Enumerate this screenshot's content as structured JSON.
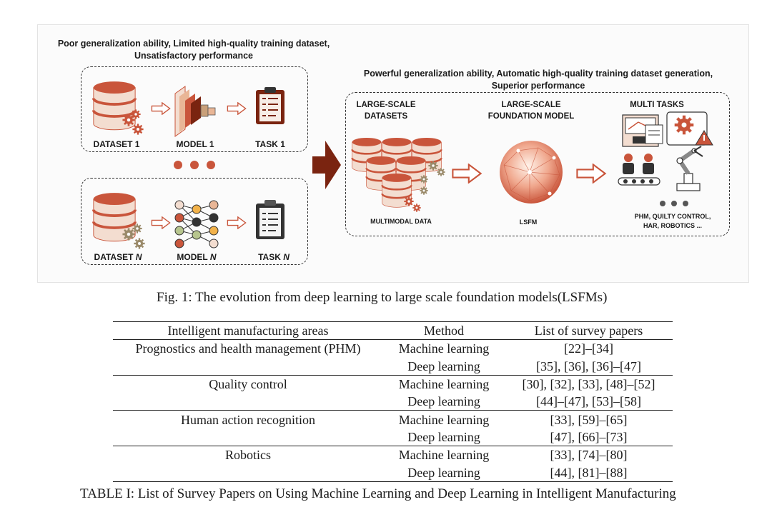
{
  "figure": {
    "left_title_line1": "Poor generalization ability, Limited high-quality training dataset,",
    "left_title_line2": "Unsatisfactory performance",
    "right_title_line1": "Powerful generalization ability, Automatic high-quality training dataset generation,",
    "right_title_line2": "Superior performance",
    "top_row": {
      "dataset": "DATASET 1",
      "model": "MODEL 1",
      "task": "TASK 1"
    },
    "bottom_row": {
      "dataset_prefix": "DATASET",
      "model_prefix": "MODEL",
      "task_prefix": "TASK",
      "n": "N"
    },
    "large_datasets_line1": "LARGE-SCALE",
    "large_datasets_line2": "DATASETS",
    "foundation_line1": "LARGE-SCALE",
    "foundation_line2": "FOUNDATION MODEL",
    "multi_tasks": "MULTI TASKS",
    "multimodal": "MULTIMODAL DATA",
    "lsfm": "LSFM",
    "tasks_line1": "PHM, QUILTY CONTROL,",
    "tasks_line2": "HAR, ROBOTICS ...",
    "colors": {
      "accent": "#c9553b",
      "dark_arrow": "#7a2410",
      "cream": "#f3ddd0",
      "green": "#b7c58e",
      "orange": "#f2b24a"
    }
  },
  "fig_caption": "Fig. 1: The evolution from deep learning to large scale foundation models(LSFMs)",
  "table": {
    "headers": [
      "Intelligent manufacturing areas",
      "Method",
      "List of survey papers"
    ],
    "groups": [
      {
        "area": "Prognostics and health management (PHM)",
        "rows": [
          {
            "method": "Machine learning",
            "papers": "[22]–[34]"
          },
          {
            "method": "Deep learning",
            "papers": "[35], [36], [36]–[47]"
          }
        ]
      },
      {
        "area": "Quality control",
        "rows": [
          {
            "method": "Machine learning",
            "papers": "[30], [32], [33], [48]–[52]"
          },
          {
            "method": "Deep learning",
            "papers": "[44]–[47], [53]–[58]"
          }
        ]
      },
      {
        "area": "Human action recognition",
        "rows": [
          {
            "method": "Machine learning",
            "papers": "[33], [59]–[65]"
          },
          {
            "method": "Deep learning",
            "papers": "[47], [66]–[73]"
          }
        ]
      },
      {
        "area": "Robotics",
        "rows": [
          {
            "method": "Machine learning",
            "papers": "[33], [74]–[80]"
          },
          {
            "method": "Deep learning",
            "papers": "[44], [81]–[88]"
          }
        ]
      }
    ]
  },
  "table_caption": "TABLE I: List of Survey Papers on Using Machine Learning and Deep Learning in Intelligent Manufacturing"
}
